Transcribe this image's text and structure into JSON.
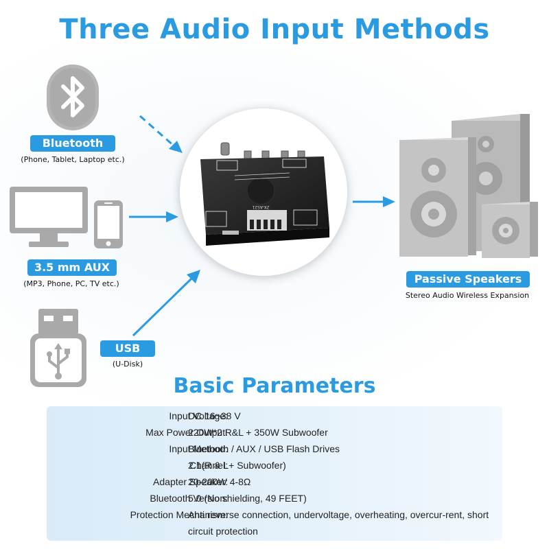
{
  "title": "Three Audio Input Methods",
  "inputs": {
    "bluetooth": {
      "label": "Bluetooth",
      "caption": "(Phone, Tablet, Laptop etc.)"
    },
    "aux": {
      "label": "3.5 mm AUX",
      "caption": "(MP3, Phone, PC, TV etc.)"
    },
    "usb": {
      "label": "USB",
      "caption": "(U-Disk)"
    }
  },
  "output": {
    "label": "Passive Speakers",
    "caption": "Stereo Audio Wireless Expansion"
  },
  "board": {
    "model": "ZK-AS21"
  },
  "params": {
    "title": "Basic Parameters",
    "rows": [
      {
        "label": "Input Voltage:",
        "value": "DC 16~38 V"
      },
      {
        "label": "Max Power Output:",
        "value": "220W*2 R&L + 350W Subwoofer"
      },
      {
        "label": "Input Method:",
        "value": "Bluetooth / AUX / USB Flash Drives"
      },
      {
        "label": "Channel:",
        "value": "2.1(R & L+ Subwoofer)"
      },
      {
        "label": "Adapter Speaker:",
        "value": "20-200W 4-8Ω"
      },
      {
        "label": "Bluetooth Version:",
        "value": "5.0 (No shielding, 49 FEET)"
      },
      {
        "label": "Protection Mechanism:",
        "value": "Anti reverse connection, undervoltage, overheating, overcur-rent, short circuit protection"
      }
    ]
  },
  "colors": {
    "accent": "#2a9be0",
    "icon_gray": "#a9a9a9"
  }
}
